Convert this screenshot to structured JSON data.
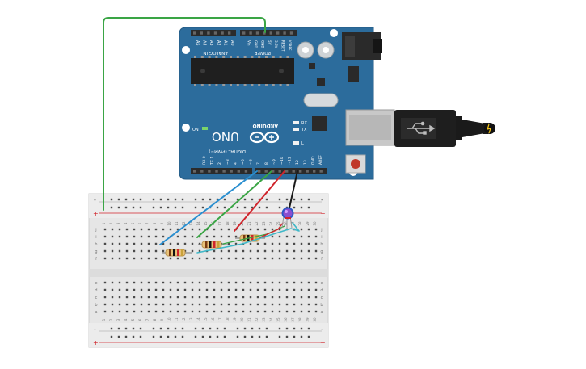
{
  "arduino": {
    "brand": "ARDUINO",
    "model": "UNO",
    "on_label": "ON",
    "tx_label": "TX",
    "rx_label": "RX",
    "l_label": "L",
    "power_label": "POWER",
    "analog_label": "ANALOG IN",
    "digital_label": "DIGITAL (PWM~)",
    "power_pins": [
      "IOREF",
      "RESET",
      "3.3V",
      "5V",
      "GND",
      "GND",
      "Vin"
    ],
    "analog_pins": [
      "A0",
      "A1",
      "A2",
      "A3",
      "A4",
      "A5"
    ],
    "digital_pins": [
      "AREF",
      "GND",
      "13",
      "12",
      "~11",
      "~10",
      "~9",
      "8",
      "7",
      "~6",
      "~5",
      "4",
      "~3",
      "2",
      "TX 1",
      "RX 0"
    ]
  },
  "breadboard": {
    "rail_minus": "-",
    "rail_plus": "+",
    "columns": 30,
    "row_letters_top": [
      "j",
      "i",
      "h",
      "g",
      "f"
    ],
    "row_letters_bottom": [
      "e",
      "d",
      "c",
      "b",
      "a"
    ]
  },
  "colors": {
    "board_blue": "#2c6c9c",
    "header_black": "#2b2b2b",
    "wire_green": "#3aa545",
    "wire_blue": "#2a8fd0",
    "wire_red": "#d0252c",
    "wire_black": "#1a1a1a",
    "rail_red": "#d0252c",
    "breadboard": "#e9e9e9"
  }
}
